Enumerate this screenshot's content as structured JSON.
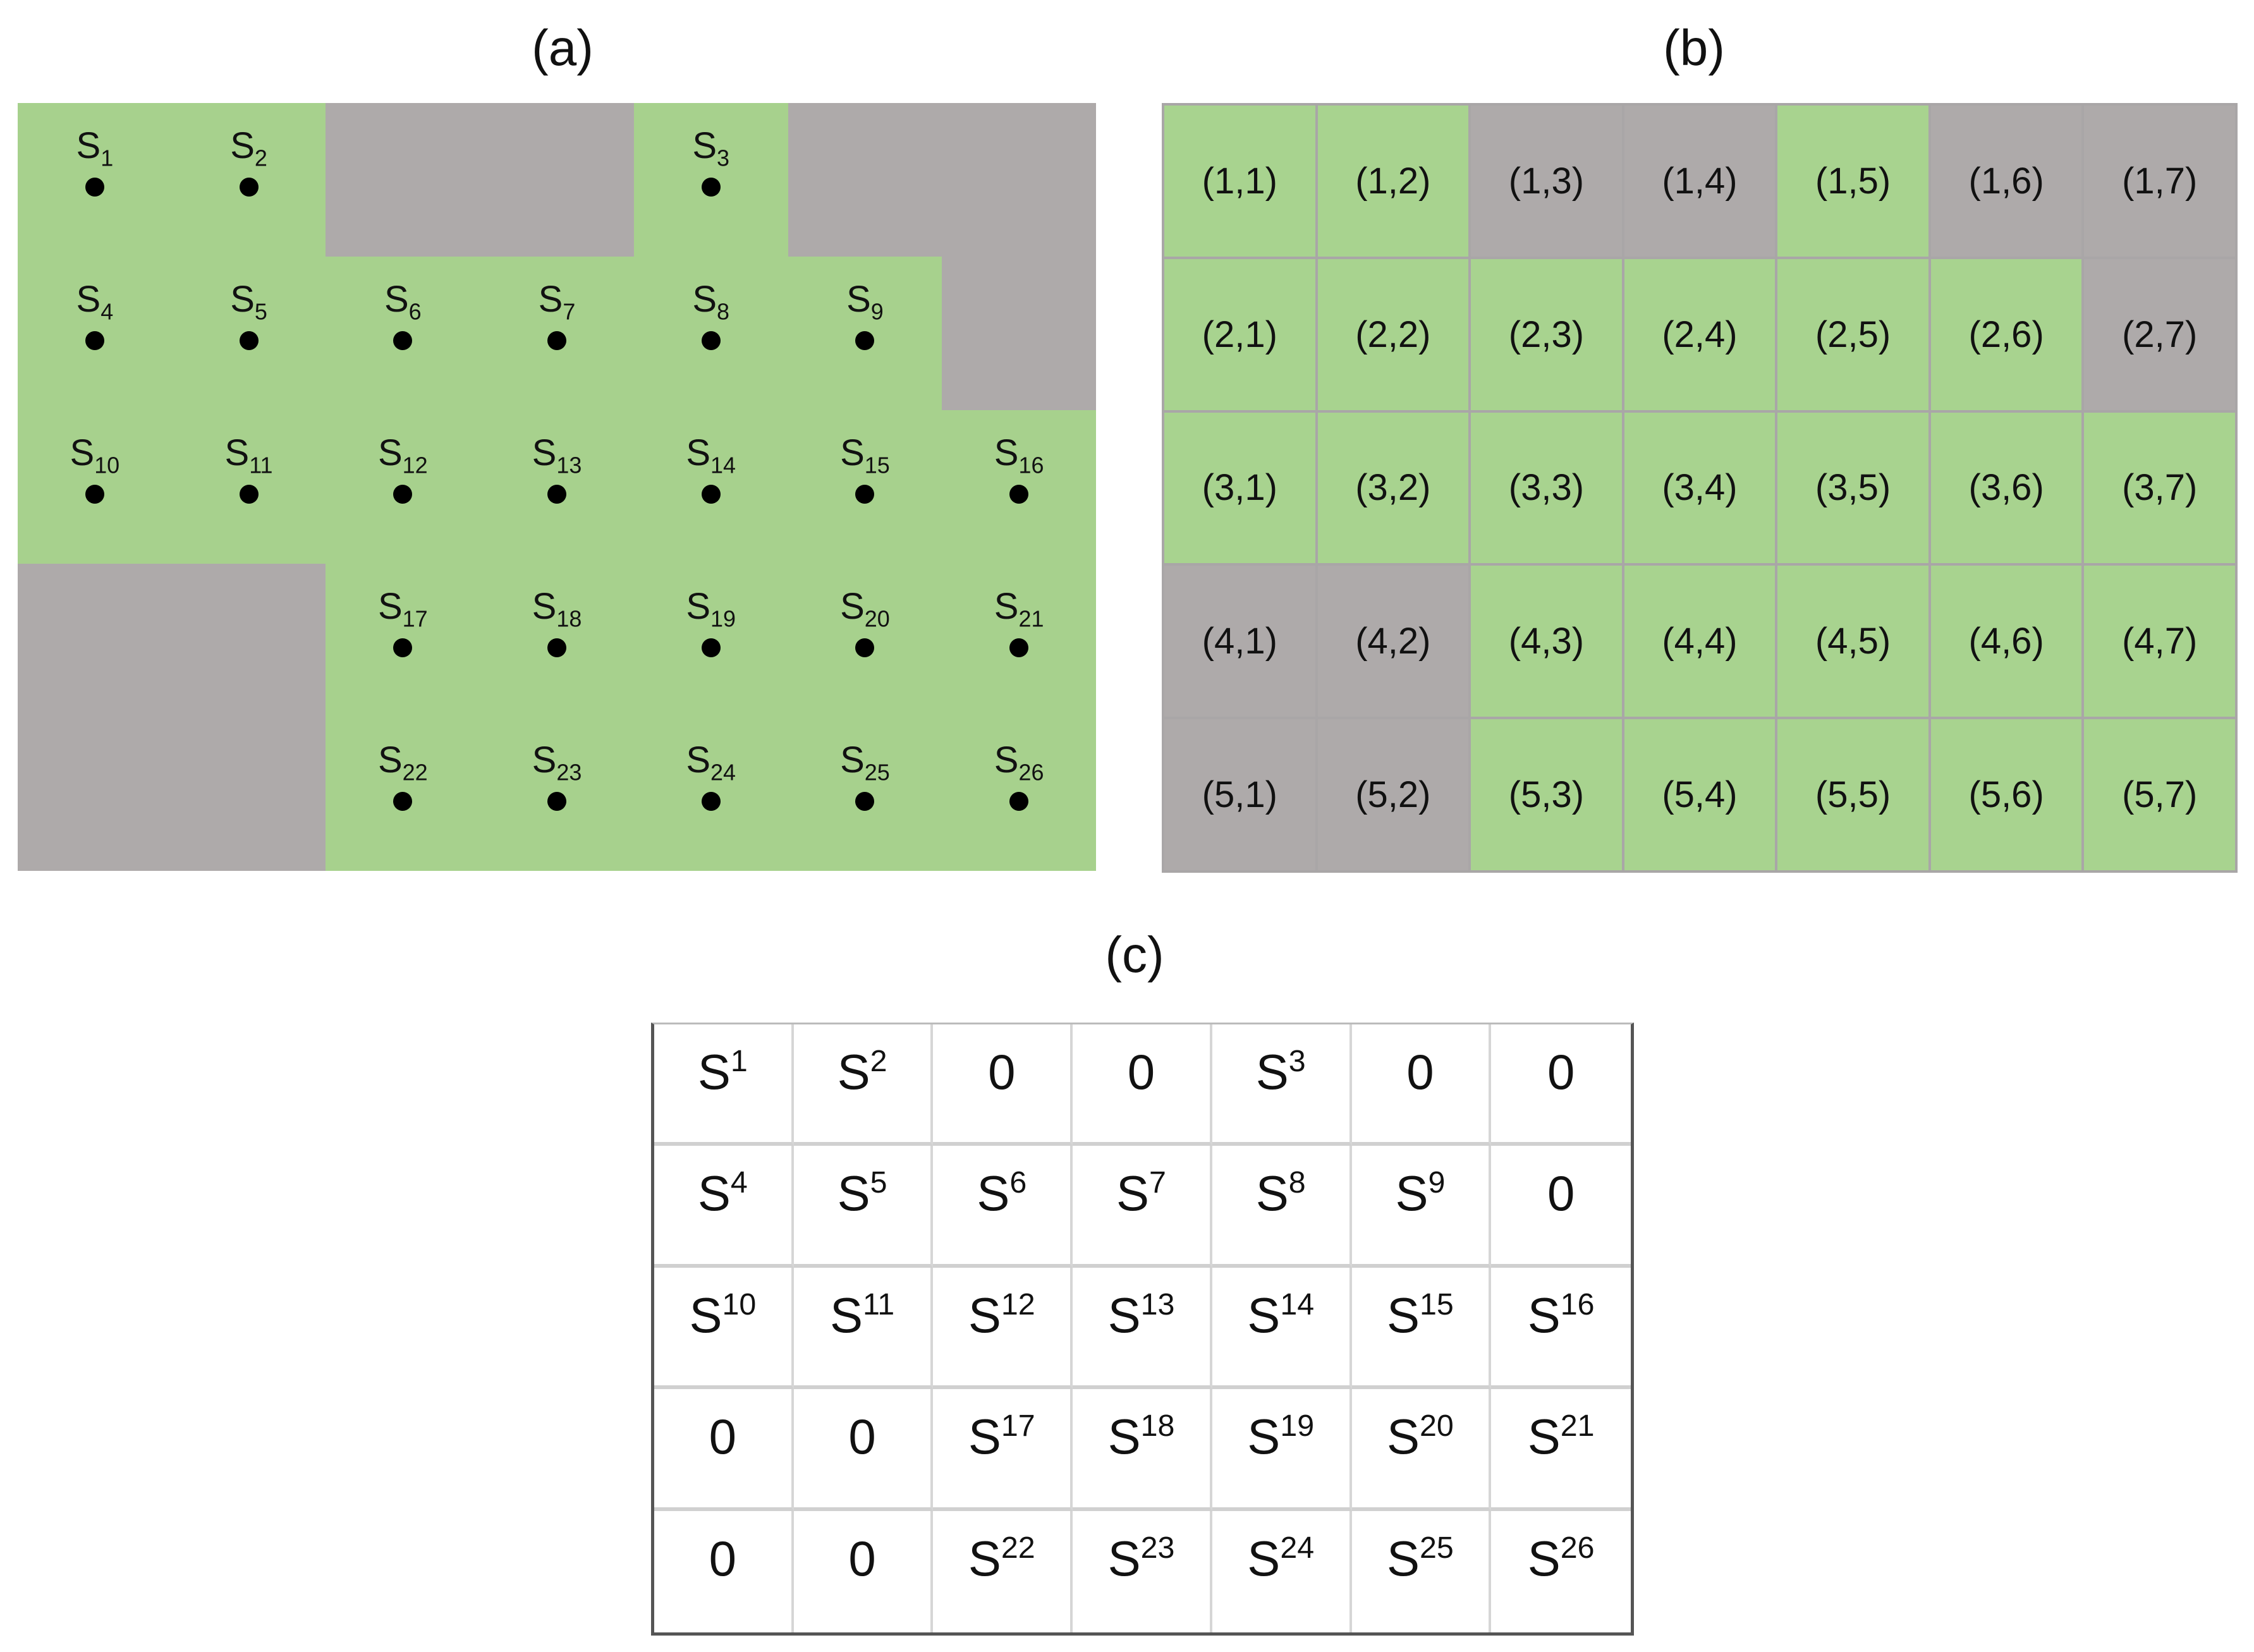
{
  "panels": {
    "a": {
      "title": "(a)",
      "cells": [
        {
          "label": "S",
          "sub": "1"
        },
        {
          "label": "S",
          "sub": "2"
        },
        null,
        null,
        {
          "label": "S",
          "sub": "3"
        },
        null,
        null,
        {
          "label": "S",
          "sub": "4"
        },
        {
          "label": "S",
          "sub": "5"
        },
        {
          "label": "S",
          "sub": "6"
        },
        {
          "label": "S",
          "sub": "7"
        },
        {
          "label": "S",
          "sub": "8"
        },
        {
          "label": "S",
          "sub": "9"
        },
        null,
        {
          "label": "S",
          "sub": "10"
        },
        {
          "label": "S",
          "sub": "11"
        },
        {
          "label": "S",
          "sub": "12"
        },
        {
          "label": "S",
          "sub": "13"
        },
        {
          "label": "S",
          "sub": "14"
        },
        {
          "label": "S",
          "sub": "15"
        },
        {
          "label": "S",
          "sub": "16"
        },
        null,
        null,
        {
          "label": "S",
          "sub": "17"
        },
        {
          "label": "S",
          "sub": "18"
        },
        {
          "label": "S",
          "sub": "19"
        },
        {
          "label": "S",
          "sub": "20"
        },
        {
          "label": "S",
          "sub": "21"
        },
        null,
        null,
        {
          "label": "S",
          "sub": "22"
        },
        {
          "label": "S",
          "sub": "23"
        },
        {
          "label": "S",
          "sub": "24"
        },
        {
          "label": "S",
          "sub": "25"
        },
        {
          "label": "S",
          "sub": "26"
        }
      ]
    },
    "b": {
      "title": "(b)",
      "cells": [
        {
          "text": "(1,1)",
          "land": true
        },
        {
          "text": "(1,2)",
          "land": true
        },
        {
          "text": "(1,3)",
          "land": false
        },
        {
          "text": "(1,4)",
          "land": false
        },
        {
          "text": "(1,5)",
          "land": true
        },
        {
          "text": "(1,6)",
          "land": false
        },
        {
          "text": "(1,7)",
          "land": false
        },
        {
          "text": "(2,1)",
          "land": true
        },
        {
          "text": "(2,2)",
          "land": true
        },
        {
          "text": "(2,3)",
          "land": true
        },
        {
          "text": "(2,4)",
          "land": true
        },
        {
          "text": "(2,5)",
          "land": true
        },
        {
          "text": "(2,6)",
          "land": true
        },
        {
          "text": "(2,7)",
          "land": false
        },
        {
          "text": "(3,1)",
          "land": true
        },
        {
          "text": "(3,2)",
          "land": true
        },
        {
          "text": "(3,3)",
          "land": true
        },
        {
          "text": "(3,4)",
          "land": true
        },
        {
          "text": "(3,5)",
          "land": true
        },
        {
          "text": "(3,6)",
          "land": true
        },
        {
          "text": "(3,7)",
          "land": true
        },
        {
          "text": "(4,1)",
          "land": false
        },
        {
          "text": "(4,2)",
          "land": false
        },
        {
          "text": "(4,3)",
          "land": true
        },
        {
          "text": "(4,4)",
          "land": true
        },
        {
          "text": "(4,5)",
          "land": true
        },
        {
          "text": "(4,6)",
          "land": true
        },
        {
          "text": "(4,7)",
          "land": true
        },
        {
          "text": "(5,1)",
          "land": false
        },
        {
          "text": "(5,2)",
          "land": false
        },
        {
          "text": "(5,3)",
          "land": true
        },
        {
          "text": "(5,4)",
          "land": true
        },
        {
          "text": "(5,5)",
          "land": true
        },
        {
          "text": "(5,6)",
          "land": true
        },
        {
          "text": "(5,7)",
          "land": true
        }
      ]
    },
    "c": {
      "title": "(c)",
      "cells": [
        {
          "label": "S",
          "sub": "1"
        },
        {
          "label": "S",
          "sub": "2"
        },
        {
          "label": "0"
        },
        {
          "label": "0"
        },
        {
          "label": "S",
          "sub": "3"
        },
        {
          "label": "0"
        },
        {
          "label": "0"
        },
        {
          "label": "S",
          "sub": "4"
        },
        {
          "label": "S",
          "sub": "5"
        },
        {
          "label": "S",
          "sub": "6"
        },
        {
          "label": "S",
          "sub": "7"
        },
        {
          "label": "S",
          "sub": "8"
        },
        {
          "label": "S",
          "sub": "9"
        },
        {
          "label": "0"
        },
        {
          "label": "S",
          "sub": "10"
        },
        {
          "label": "S",
          "sub": "11"
        },
        {
          "label": "S",
          "sub": "12"
        },
        {
          "label": "S",
          "sub": "13"
        },
        {
          "label": "S",
          "sub": "14"
        },
        {
          "label": "S",
          "sub": "15"
        },
        {
          "label": "S",
          "sub": "16"
        },
        {
          "label": "0"
        },
        {
          "label": "0"
        },
        {
          "label": "S",
          "sub": "17"
        },
        {
          "label": "S",
          "sub": "18"
        },
        {
          "label": "S",
          "sub": "19"
        },
        {
          "label": "S",
          "sub": "20"
        },
        {
          "label": "S",
          "sub": "21"
        },
        {
          "label": "0"
        },
        {
          "label": "0"
        },
        {
          "label": "S",
          "sub": "22"
        },
        {
          "label": "S",
          "sub": "23"
        },
        {
          "label": "S",
          "sub": "24"
        },
        {
          "label": "S",
          "sub": "25"
        },
        {
          "label": "S",
          "sub": "26"
        }
      ]
    }
  },
  "colors": {
    "land": "#a8d38f",
    "void": "#aeaaaa",
    "dot": "#000000"
  }
}
